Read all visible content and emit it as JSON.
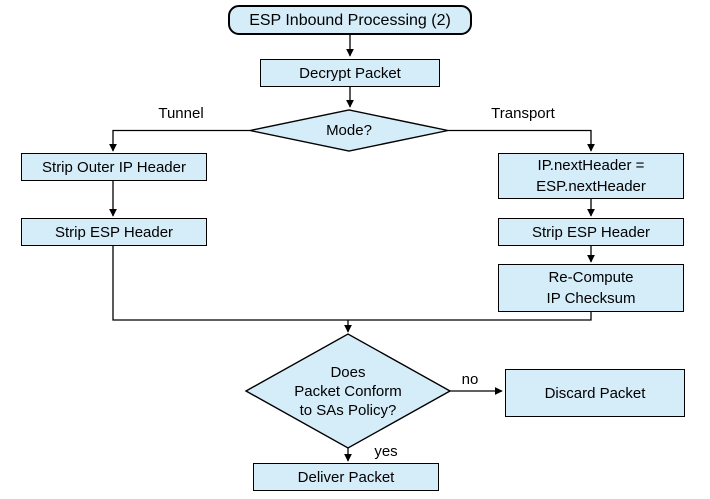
{
  "title": "ESP Inbound Processing (2)",
  "colors": {
    "node_fill": "#d5ecf9",
    "node_border": "#000000",
    "line_color": "#000000",
    "text_color": "#000000",
    "background": "#ffffff"
  },
  "nodes": {
    "start": {
      "label": "ESP Inbound Processing (2)",
      "shape": "rounded-rect"
    },
    "decrypt": {
      "label": "Decrypt Packet",
      "shape": "rect"
    },
    "mode": {
      "label": "Mode?",
      "shape": "diamond"
    },
    "strip_outer": {
      "label": "Strip Outer IP Header",
      "shape": "rect"
    },
    "strip_esp_left": {
      "label": "Strip ESP Header",
      "shape": "rect"
    },
    "ip_next": {
      "label": "IP.nextHeader =\nESP.nextHeader",
      "shape": "rect"
    },
    "strip_esp_right": {
      "label": "Strip ESP Header",
      "shape": "rect"
    },
    "recompute": {
      "label": "Re-Compute\nIP Checksum",
      "shape": "rect"
    },
    "policy": {
      "label": "Does\nPacket Conform\nto SAs Policy?",
      "shape": "diamond"
    },
    "discard": {
      "label": "Discard Packet",
      "shape": "rect"
    },
    "deliver": {
      "label": "Deliver Packet",
      "shape": "rect"
    }
  },
  "edge_labels": {
    "tunnel": "Tunnel",
    "transport": "Transport",
    "no": "no",
    "yes": "yes"
  }
}
